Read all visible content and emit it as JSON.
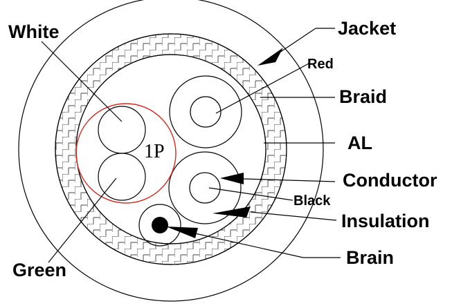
{
  "diagram": {
    "pair_label": "1P",
    "labels": {
      "jacket": "Jacket",
      "braid": "Braid",
      "al": "AL",
      "conductor": "Conductor",
      "insulation": "Insulation",
      "brain": "Brain",
      "white": "White",
      "green": "Green",
      "red": "Red",
      "black": "Black"
    },
    "colors": {
      "line": "#000000",
      "pair_circle": "#d9281e",
      "background": "#ffffff"
    }
  }
}
